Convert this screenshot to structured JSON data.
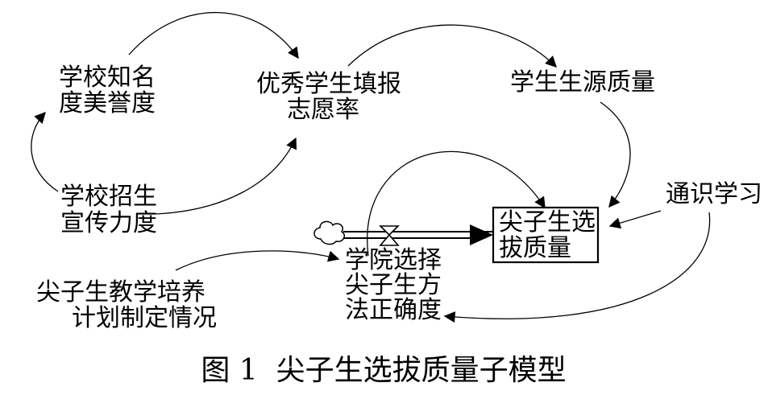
{
  "diagram": {
    "variables": {
      "reputation": [
        "学校知名",
        "度美誉度"
      ],
      "application_rate": [
        "优秀学生填报",
        "志愿率"
      ],
      "source_quality": [
        "学生生源质量"
      ],
      "promotion": [
        "学校招生",
        "宣传力度"
      ],
      "stock": [
        "尖子生选",
        "拔质量"
      ],
      "general_study": [
        "通识学习"
      ],
      "selection_accuracy": [
        "学院选择",
        "尖子生方",
        "法正确度"
      ],
      "training_plan": [
        "尖子生教学培养",
        "计划制定情况"
      ]
    },
    "caption": "图 1  尖子生选拔质量子模型"
  }
}
